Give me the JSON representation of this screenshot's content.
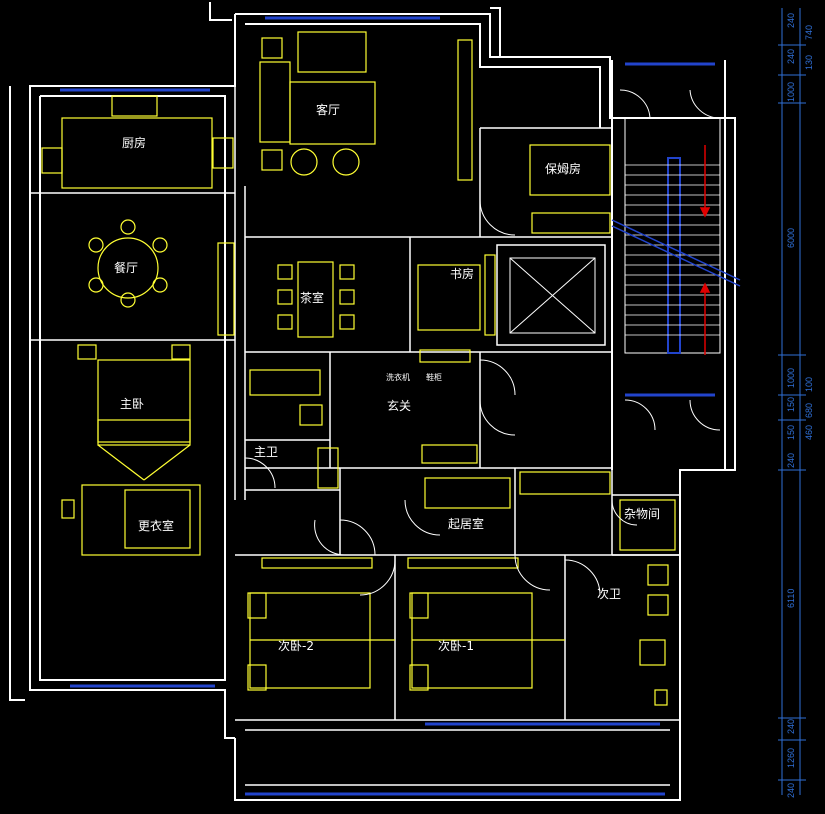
{
  "rooms": {
    "living_room": "客厅",
    "kitchen": "厨房",
    "dining_room": "餐厅",
    "tea_room": "茶室",
    "study": "书房",
    "nanny_room": "保姆房",
    "master_bedroom": "主卧",
    "entrance": "玄关",
    "master_bath": "主卫",
    "dressing_room": "更衣室",
    "family_room": "起居室",
    "storage": "杂物间",
    "second_bath": "次卫",
    "bedroom_2": "次卧-2",
    "bedroom_1": "次卧-1",
    "entry_note_1": "洗衣机",
    "entry_note_2": "鞋柜"
  },
  "dimensions": [
    "240",
    "740",
    "240",
    "130",
    "1000",
    "6000",
    "1000",
    "150",
    "680",
    "100",
    "150",
    "460",
    "240",
    "6110",
    "240",
    "1260",
    "240"
  ],
  "colors": {
    "background": "#000000",
    "wall": "#ffffff",
    "furniture": "#ffff33",
    "window": "#2244cc",
    "dimension": "#2f6fd6",
    "arrow": "#e00000"
  }
}
